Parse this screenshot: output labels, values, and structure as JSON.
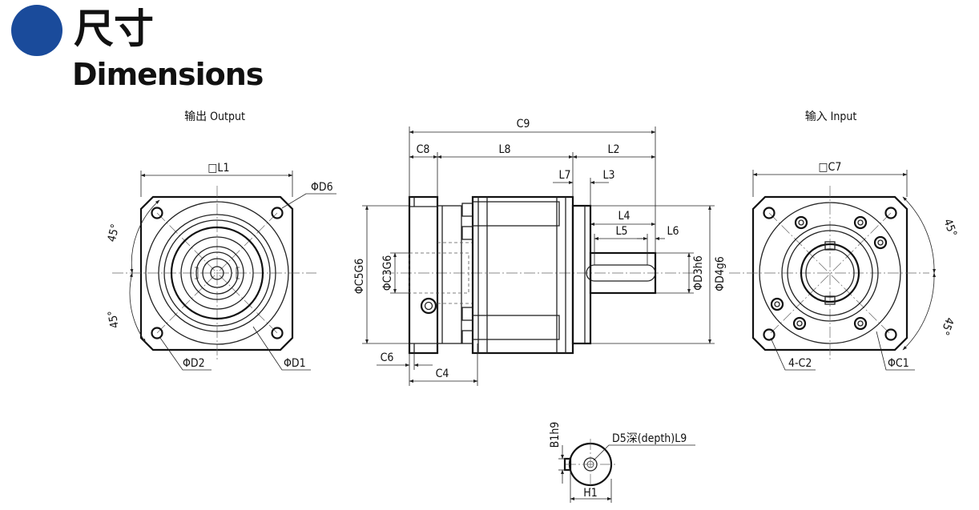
{
  "header": {
    "title_zh": "尺寸",
    "title_en": "Dimensions",
    "accent_color": "#1a4b9b"
  },
  "views": {
    "output": {
      "caption": "输出 Output",
      "labels": {
        "square": "□L1",
        "d6": "ΦD6",
        "d2": "ΦD2",
        "d1": "ΦD1",
        "angle_top": "45°",
        "angle_bottom": "45°"
      }
    },
    "side": {
      "labels": {
        "c9": "C9",
        "c8": "C8",
        "l8": "L8",
        "l2": "L2",
        "l7": "L7",
        "l3": "L3",
        "l4": "L4",
        "l5": "L5",
        "l6": "L6",
        "c5": "ΦC5G6",
        "c3": "ΦC3G6",
        "d3": "ΦD3h6",
        "d4": "ΦD4g6",
        "c6": "C6",
        "c4": "C4"
      }
    },
    "input": {
      "caption": "输入 Input",
      "labels": {
        "square": "□C7",
        "angle_top": "45°",
        "angle_bottom": "45°",
        "c2": "4-C2",
        "c1": "ΦC1"
      }
    },
    "key": {
      "labels": {
        "b1": "B1h9",
        "d5": "D5深(depth)L9",
        "h1": "H1"
      }
    }
  }
}
